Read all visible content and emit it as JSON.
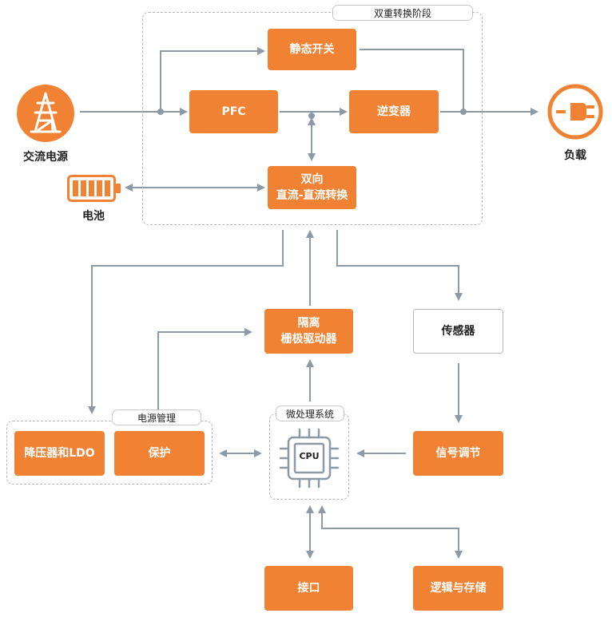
{
  "groups": {
    "double_conversion": "双重转换阶段",
    "power_management": "电源管理",
    "microprocessor": "微处理系统"
  },
  "blocks": {
    "static_switch": "静态开关",
    "pfc": "PFC",
    "inverter": "逆变器",
    "bidirectional_dcdc_line1": "双向",
    "bidirectional_dcdc_line2": "直流-直流转换",
    "isolated_gate_driver_line1": "隔离",
    "isolated_gate_driver_line2": "栅极驱动器",
    "sensor": "传感器",
    "buck_ldo": "降压器和LDO",
    "protection": "保护",
    "signal_conditioning": "信号调节",
    "interface": "接口",
    "logic_storage": "逻辑与存储",
    "cpu": "CPU"
  },
  "labels": {
    "ac_source": "交流电源",
    "load": "负载",
    "battery": "电池"
  },
  "colors": {
    "accent": "#f28233",
    "wire": "#8d9aa6"
  }
}
